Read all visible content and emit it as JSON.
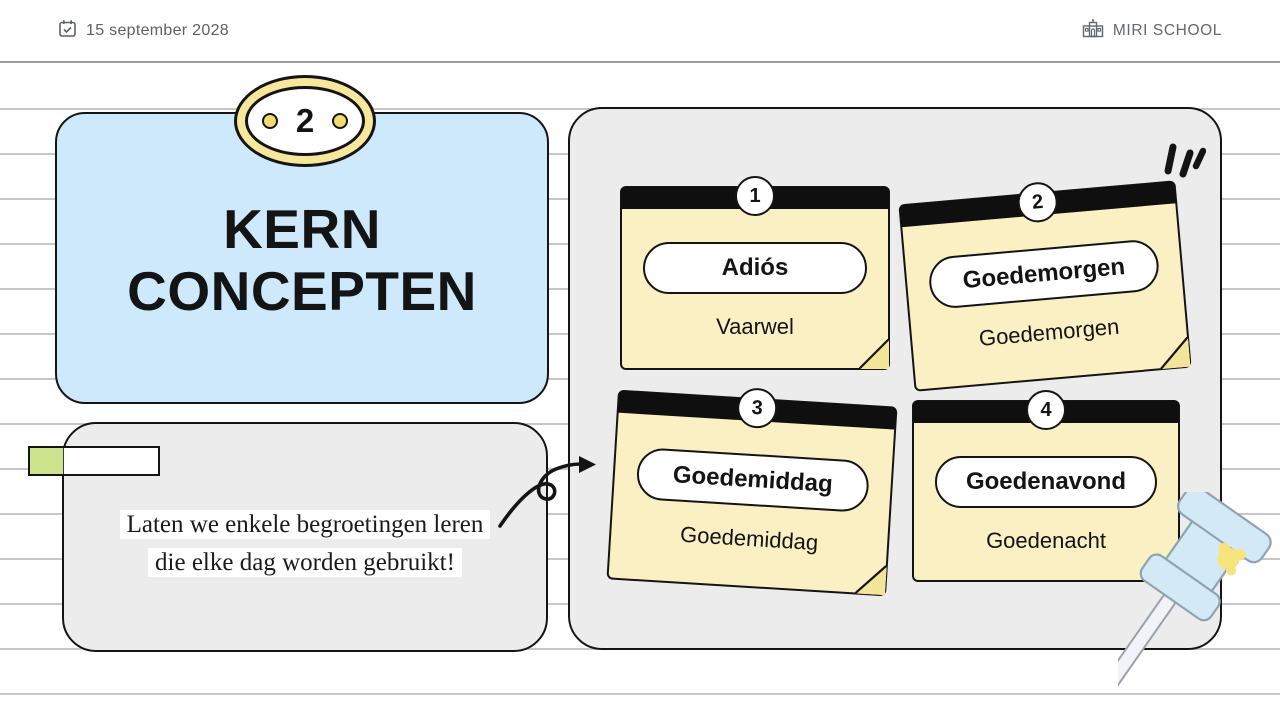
{
  "header": {
    "date": "15 september 2028",
    "school": "MIRI SCHOOL"
  },
  "badge": {
    "number": "2"
  },
  "title": {
    "line1": "KERN",
    "line2": "CONCEPTEN"
  },
  "intro": {
    "line1": "Laten we enkele begroetingen leren",
    "line2": "die elke dag worden gebruikt!"
  },
  "notes": [
    {
      "number": "1",
      "term": "Adiós",
      "translation": "Vaarwel"
    },
    {
      "number": "2",
      "term": "Goedemorgen",
      "translation": "Goedemorgen"
    },
    {
      "number": "3",
      "term": "Goedemiddag",
      "translation": "Goedemiddag"
    },
    {
      "number": "4",
      "term": "Goedenavond",
      "translation": "Goedenacht"
    }
  ],
  "icons": {
    "calendar": "calendar-check-icon",
    "school": "school-building-icon",
    "sparkle": "sparkle-accent-icon",
    "arrow": "curly-arrow-icon",
    "pushpin": "pushpin-icon"
  },
  "colors": {
    "card_blue": "#cfe9fc",
    "panel_gray": "#ececec",
    "sticky_yellow": "#faf0c3",
    "badge_yellow": "#f6e79c",
    "tag_green": "#cde28c",
    "pin_blue": "#d3e9f6",
    "ink": "#141414",
    "rule_line": "#c7c7c7"
  }
}
